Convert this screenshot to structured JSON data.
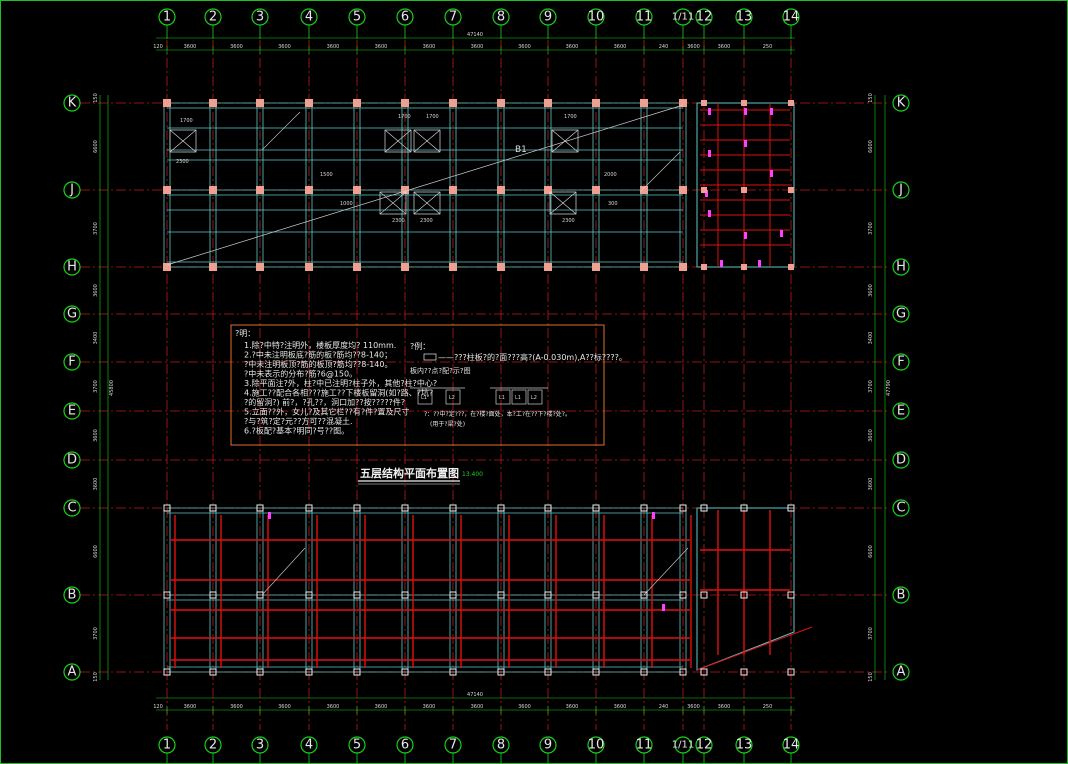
{
  "drawing": {
    "title": "五层结构平面布置图",
    "elevation": "13.400",
    "axes_x": [
      "1",
      "2",
      "3",
      "4",
      "5",
      "6",
      "7",
      "8",
      "9",
      "10",
      "11",
      "1/11",
      "12",
      "13",
      "14"
    ],
    "axes_y": [
      "K",
      "J",
      "H",
      "G",
      "F",
      "E",
      "D",
      "C",
      "B",
      "A"
    ],
    "dims_x": [
      "120",
      "3600",
      "3600",
      "3600",
      "3600",
      "3600",
      "3600",
      "3600",
      "3600",
      "3600",
      "3600",
      "240",
      "3600",
      "3600",
      "250"
    ],
    "dims_x_total": "47140",
    "dims_y_right": [
      "150",
      "6600",
      "3700",
      "3600",
      "3400",
      "3700",
      "3600",
      "3600",
      "6600",
      "3700",
      "150"
    ],
    "dims_y_total": "47790",
    "dims_y_left_total": "45800",
    "beam_label": "B1",
    "labels": [
      "1700",
      "1700",
      "1700",
      "1700",
      "2300",
      "2300",
      "2300",
      "2300",
      "1500",
      "2000",
      "1000",
      "300"
    ],
    "colors": {
      "background": "#000000",
      "axis": "#19d219",
      "beam": "#e01010",
      "column": "#5ec8c8",
      "slab": "#ff40ff",
      "note_border": "#e07030"
    }
  },
  "notes": {
    "heading": "?明：",
    "lines": [
      "1.除?中特?注明外，楼板厚度均? 110mm.",
      "2.?中未注明板底?筋的板?筋均??8-140；",
      "  ?中未注明板顶?筋的板顶?筋均??8-140。",
      "  ?中未表示的分布?筋?6@150。",
      "3.除平面注?外，柱?中已注明?柱子外，其他?柱?中心?",
      "4.施工??配合各相???施工??下楼板留洞(如?路、?坑?",
      "  ?的留洞?) 前?，?孔??，洞口加??按?????件?",
      "5.立面??外，女儿?及其它栏??有?件?置及尺寸",
      "  ?与?筑?定?元??方可??混凝土.",
      "6.?板配?基本?明同?号??图。"
    ],
    "legend_heading": "?例：",
    "legend_line": "——???柱板?的?面???高?(A-0.030m),A??标????。",
    "legend_sub": "板内??点?配?示?图",
    "legend_tags": [
      "L1",
      "L2",
      "L1",
      "L1",
      "L2"
    ],
    "legend_foot1": "?：??中?定???，在?楼?面处，本?工?在??下?楼?处?。",
    "legend_foot2": "(用于?梁?处)"
  }
}
